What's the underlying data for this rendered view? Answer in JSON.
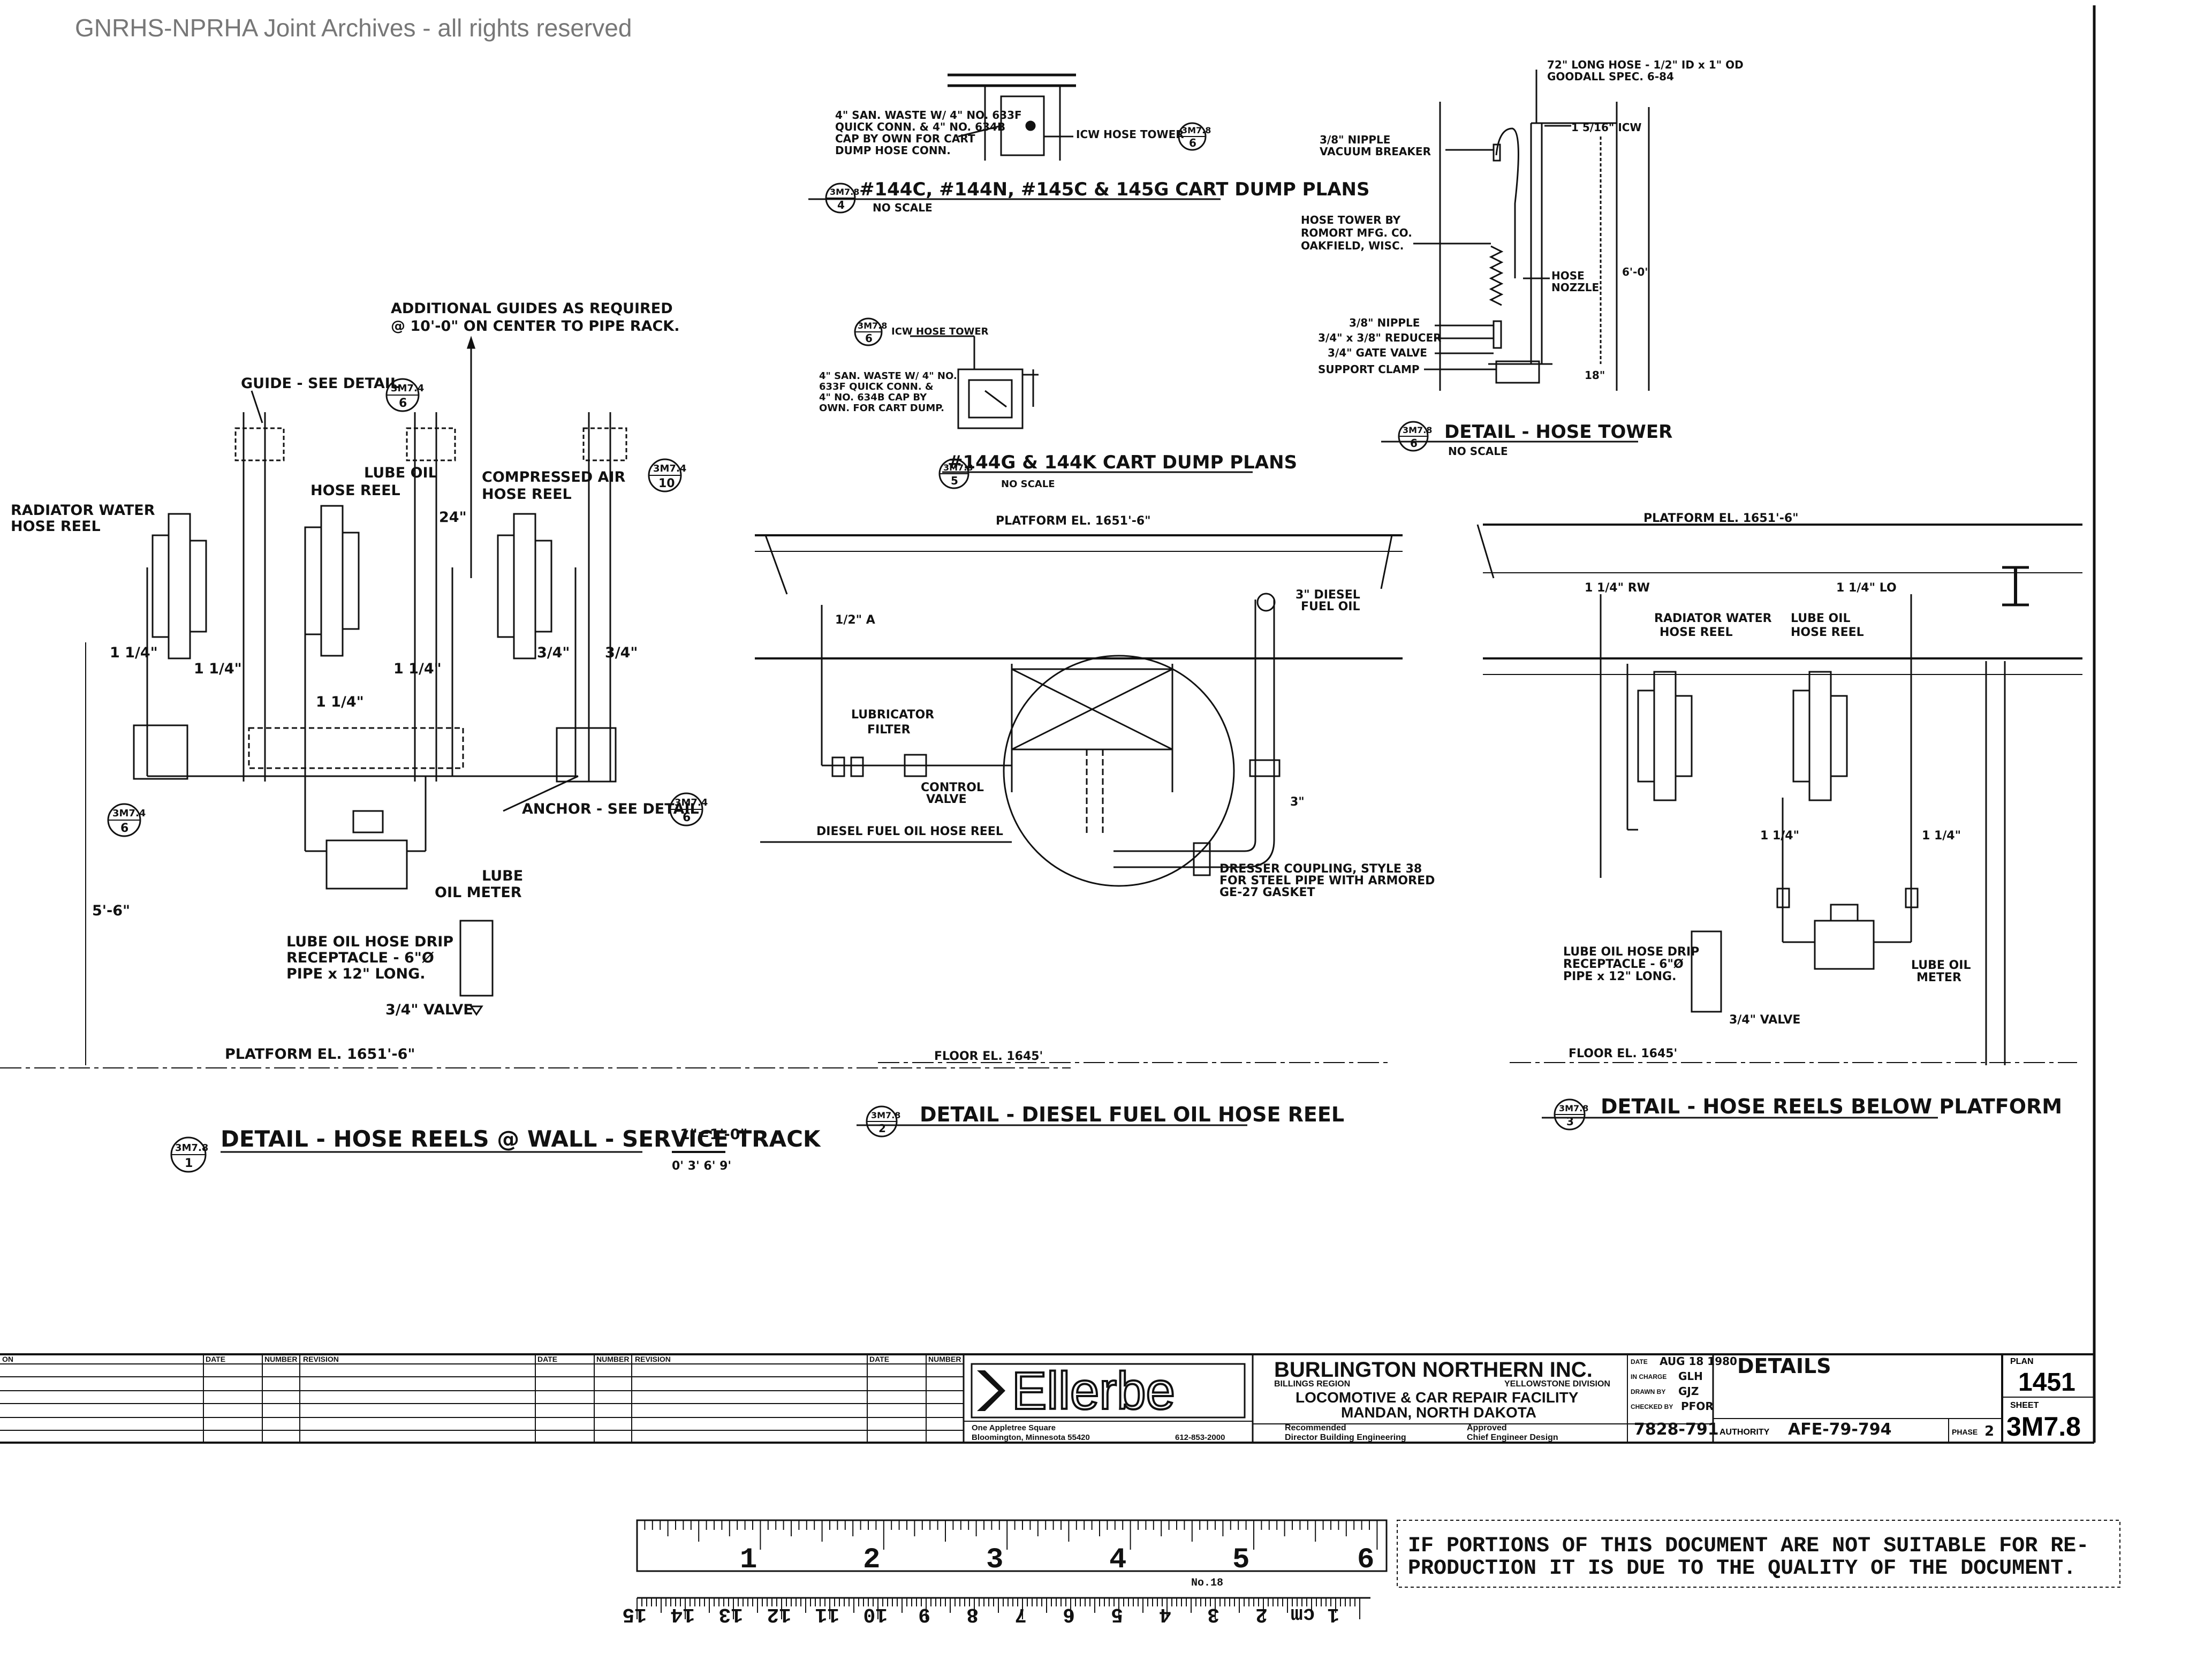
{
  "watermark": "GNRHS-NPRHA Joint Archives - all rights reserved",
  "details": {
    "d1": {
      "ref_top": "3M7.8",
      "ref_bottom": "1",
      "title": "DETAIL - HOSE REELS @ WALL - SERVICE TRACK",
      "scale_label": "1\"=1'-0\"",
      "scale_ticks": "0' 3' 6' 9'",
      "notes": {
        "additional_guides": "ADDITIONAL GUIDES AS REQUIRED",
        "additional_guides_2": "@ 10'-0\" ON CENTER TO PIPE RACK.",
        "guide": "GUIDE - SEE DETAIL",
        "guide_ref_top": "3M7.4",
        "guide_ref_bottom": "6",
        "right_ref_top": "3M7.4",
        "right_ref_bottom": "10",
        "anchor": "ANCHOR - SEE DETAIL",
        "anchor_ref_top": "3M7.4",
        "anchor_ref_bottom": "6",
        "left_ref_top": "3M7.4",
        "left_ref_bottom": "6",
        "radiator_1": "RADIATOR WATER",
        "radiator_2": "HOSE REEL",
        "lube_1": "LUBE OIL",
        "lube_2": "HOSE REEL",
        "air_1": "COMPRESSED AIR",
        "air_2": "HOSE REEL",
        "dim_24": "24\"",
        "dim_114a": "1 1/4\"",
        "dim_114b": "1 1/4\"",
        "dim_114c": "1 1/4\"",
        "dim_114d": "1 1/4\"",
        "dim_34a": "3/4\"",
        "dim_34b": "3/4\"",
        "lube_meter_1": "LUBE",
        "lube_meter_2": "OIL METER",
        "drip_1": "LUBE OIL HOSE DRIP",
        "drip_2": "RECEPTACLE - 6\"Ø",
        "drip_3": "PIPE x 12\" LONG.",
        "valve": "3/4\" VALVE",
        "elev": "5'-6\"",
        "platform": "PLATFORM EL. 1651'-6\""
      }
    },
    "d2": {
      "ref_top": "3M7.8",
      "ref_bottom": "2",
      "title": "DETAIL - DIESEL FUEL OIL HOSE REEL",
      "notes": {
        "platform": "PLATFORM EL. 1651'-6\"",
        "half_a": "1/2\" A",
        "lubricator": "LUBRICATOR",
        "filter": "FILTER",
        "control_1": "CONTROL",
        "control_2": "VALVE",
        "diesel_1": "3\" DIESEL",
        "diesel_2": "FUEL OIL",
        "dim_3": "3\"",
        "reel": "DIESEL FUEL OIL HOSE REEL",
        "coupling_1": "DRESSER COUPLING, STYLE 38",
        "coupling_2": "FOR STEEL PIPE WITH ARMORED",
        "coupling_3": "GE-27 GASKET",
        "floor": "FLOOR EL. 1645'"
      }
    },
    "d3": {
      "ref_top": "3M7.8",
      "ref_bottom": "3",
      "title": "DETAIL - HOSE REELS BELOW PLATFORM",
      "notes": {
        "platform": "PLATFORM EL. 1651'-6\"",
        "rw": "1 1/4\" RW",
        "lo": "1 1/4\" LO",
        "radiator_1": "RADIATOR WATER",
        "radiator_2": "HOSE REEL",
        "lube_1": "LUBE OIL",
        "lube_2": "HOSE REEL",
        "dim_a": "1 1/4\"",
        "dim_b": "1 1/4\"",
        "drip_1": "LUBE OIL HOSE DRIP",
        "drip_2": "RECEPTACLE - 6\"Ø",
        "drip_3": "PIPE x 12\" LONG.",
        "valve": "3/4\" VALVE",
        "meter_1": "LUBE OIL",
        "meter_2": "METER",
        "floor": "FLOOR EL. 1645'"
      }
    },
    "d4": {
      "ref_top": "3M7.8",
      "ref_bottom": "4",
      "title": "#144C, #144N, #145C & 145G CART DUMP PLANS",
      "scale": "NO SCALE",
      "note_1": "4\" SAN. WASTE W/ 4\" NO. 633F",
      "note_2": "QUICK CONN. & 4\" NO. 634B",
      "note_3": "CAP BY OWN FOR CART",
      "note_4": "DUMP HOSE CONN.",
      "tower": "ICW HOSE TOWER",
      "tower_ref_top": "3M7.8",
      "tower_ref_bottom": "6"
    },
    "d5": {
      "ref_top": "3M7.8",
      "ref_bottom": "5",
      "title": "#144G & 144K CART DUMP PLANS",
      "scale": "NO SCALE",
      "tower": "ICW HOSE TOWER",
      "tower_ref_top": "3M7.8",
      "tower_ref_bottom": "6",
      "note_1": "4\" SAN. WASTE W/ 4\" NO.",
      "note_2": "633F QUICK CONN. &",
      "note_3": "4\" NO. 634B CAP BY",
      "note_4": "OWN. FOR CART DUMP."
    },
    "d6": {
      "ref_top": "3M7.8",
      "ref_bottom": "6",
      "title": "DETAIL - HOSE TOWER",
      "scale": "NO SCALE",
      "top_1": "72\" LONG HOSE - 1/2\" ID x 1\" OD",
      "top_2": "GOODALL SPEC. 6-84",
      "icw": "1 5/16\" ICW",
      "nipple_1": "3/8\" NIPPLE",
      "nipple_2": "VACUUM BREAKER",
      "tower_1": "HOSE TOWER BY",
      "tower_2": "ROMORT MFG. CO.",
      "tower_3": "OAKFIELD, WISC.",
      "nozzle_1": "HOSE",
      "nozzle_2": "NOZZLE",
      "dim_6": "6'-0\"",
      "n_nipple": "3/8\" NIPPLE",
      "n_reducer": "3/4\" x 3/8\" REDUCER",
      "n_gate": "3/4\" GATE VALVE",
      "n_clamp": "SUPPORT CLAMP",
      "dim_18": "18\""
    }
  },
  "title_block": {
    "rev_headers": {
      "h0": "ON",
      "date_1": "DATE",
      "number_1": "NUMBER",
      "revision_1": "REVISION",
      "date_2": "DATE",
      "number_2": "NUMBER",
      "revision_2": "REVISION",
      "date_3": "DATE",
      "number_3": "NUMBER"
    },
    "firm": "Ellerbe",
    "firm_addr_1": "One Appletree Square",
    "firm_addr_2": "Bloomington, Minnesota 55420",
    "firm_phone": "612-853-2000",
    "client": "BURLINGTON NORTHERN INC.",
    "region": "BILLINGS REGION",
    "division": "YELLOWSTONE DIVISION",
    "project_1": "LOCOMOTIVE & CAR REPAIR FACILITY",
    "project_2": "MANDAN, NORTH DAKOTA",
    "rec_1": "Recommended",
    "rec_2": "Director Building Engineering",
    "app_1": "Approved",
    "app_2": "Chief Engineer Design",
    "date_label": "DATE",
    "date_val": "AUG 18 1980",
    "charge_label": "IN CHARGE",
    "charge_val": "GLH",
    "drawn_label": "DRAWN BY",
    "drawn_val": "GJZ",
    "checked_label": "CHECKED BY",
    "checked_val": "PFOR",
    "job_no": "7828-791",
    "sheet_title": "DETAILS",
    "authority_label": "AUTHORITY",
    "authority_val": "AFE-79-794",
    "phase_label": "PHASE",
    "phase_val": "2",
    "plan_label": "PLAN",
    "plan_val": "1451",
    "sheet_label": "SHEET",
    "sheet_val": "3M7.8"
  },
  "ruler": {
    "top": [
      "1",
      "2",
      "3",
      "4",
      "5",
      "6"
    ],
    "bottom": [
      "15",
      "14",
      "13",
      "12",
      "11",
      "10",
      "9",
      "8",
      "7",
      "6",
      "5",
      "4",
      "3",
      "2",
      "1 cm"
    ],
    "mid_label": "No.18"
  },
  "notice_1": "IF PORTIONS OF THIS DOCUMENT ARE NOT SUITABLE FOR RE-",
  "notice_2": "PRODUCTION IT IS DUE TO THE QUALITY OF THE DOCUMENT."
}
